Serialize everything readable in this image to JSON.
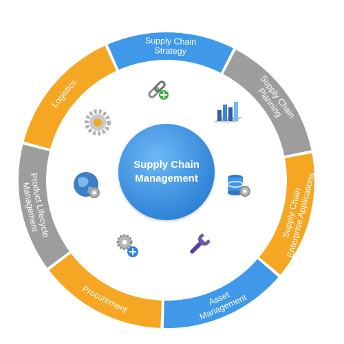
{
  "center": {
    "line1": "Supply Chain",
    "line2": "Management"
  },
  "colors": {
    "blue": "#3f98e8",
    "orange": "#f5a623",
    "gray": "#9d9d9d",
    "center": "#3a93e6",
    "background": "#ffffff"
  },
  "segments": [
    {
      "id": "strategy",
      "lines": [
        "Supply Chain",
        "Strategy"
      ],
      "color": "blue"
    },
    {
      "id": "planning",
      "lines": [
        "Supply Chain",
        "Planning"
      ],
      "color": "gray"
    },
    {
      "id": "enterprise",
      "lines": [
        "Supply Chain",
        "Enterprise Applications"
      ],
      "color": "orange"
    },
    {
      "id": "asset",
      "lines": [
        "Asset",
        "Management"
      ],
      "color": "blue"
    },
    {
      "id": "procurement",
      "lines": [
        "Procurement"
      ],
      "color": "orange"
    },
    {
      "id": "plm",
      "lines": [
        "Product Lifecycle",
        "Management"
      ],
      "color": "gray"
    },
    {
      "id": "logistics",
      "lines": [
        "Logistics"
      ],
      "color": "orange"
    }
  ],
  "icons": [
    {
      "name": "chain-link-add-icon"
    },
    {
      "name": "bar-chart-icon"
    },
    {
      "name": "database-settings-icon"
    },
    {
      "name": "wrench-icon"
    },
    {
      "name": "gears-add-icon"
    },
    {
      "name": "globe-gear-icon"
    },
    {
      "name": "gear-icon"
    }
  ]
}
